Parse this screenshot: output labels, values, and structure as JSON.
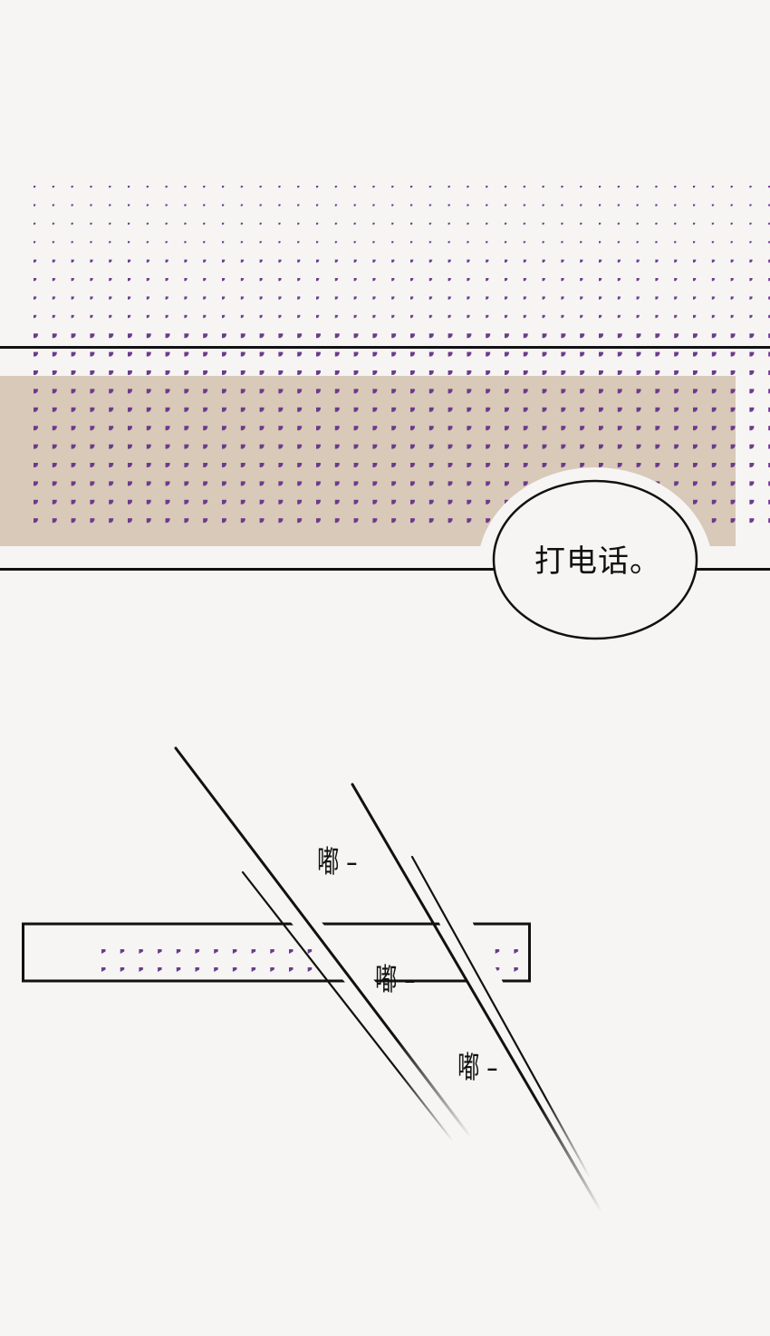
{
  "panel_top": {
    "halftone_color": "#6b3a8c",
    "band_color": "#d9c9b8",
    "line_color": "#111111"
  },
  "speech_bubble": {
    "text": "打电话。"
  },
  "panel_bottom": {
    "sound_effects": [
      {
        "text": "嘟 –"
      },
      {
        "text": "嘟 –"
      },
      {
        "text": "嘟 –"
      }
    ]
  }
}
